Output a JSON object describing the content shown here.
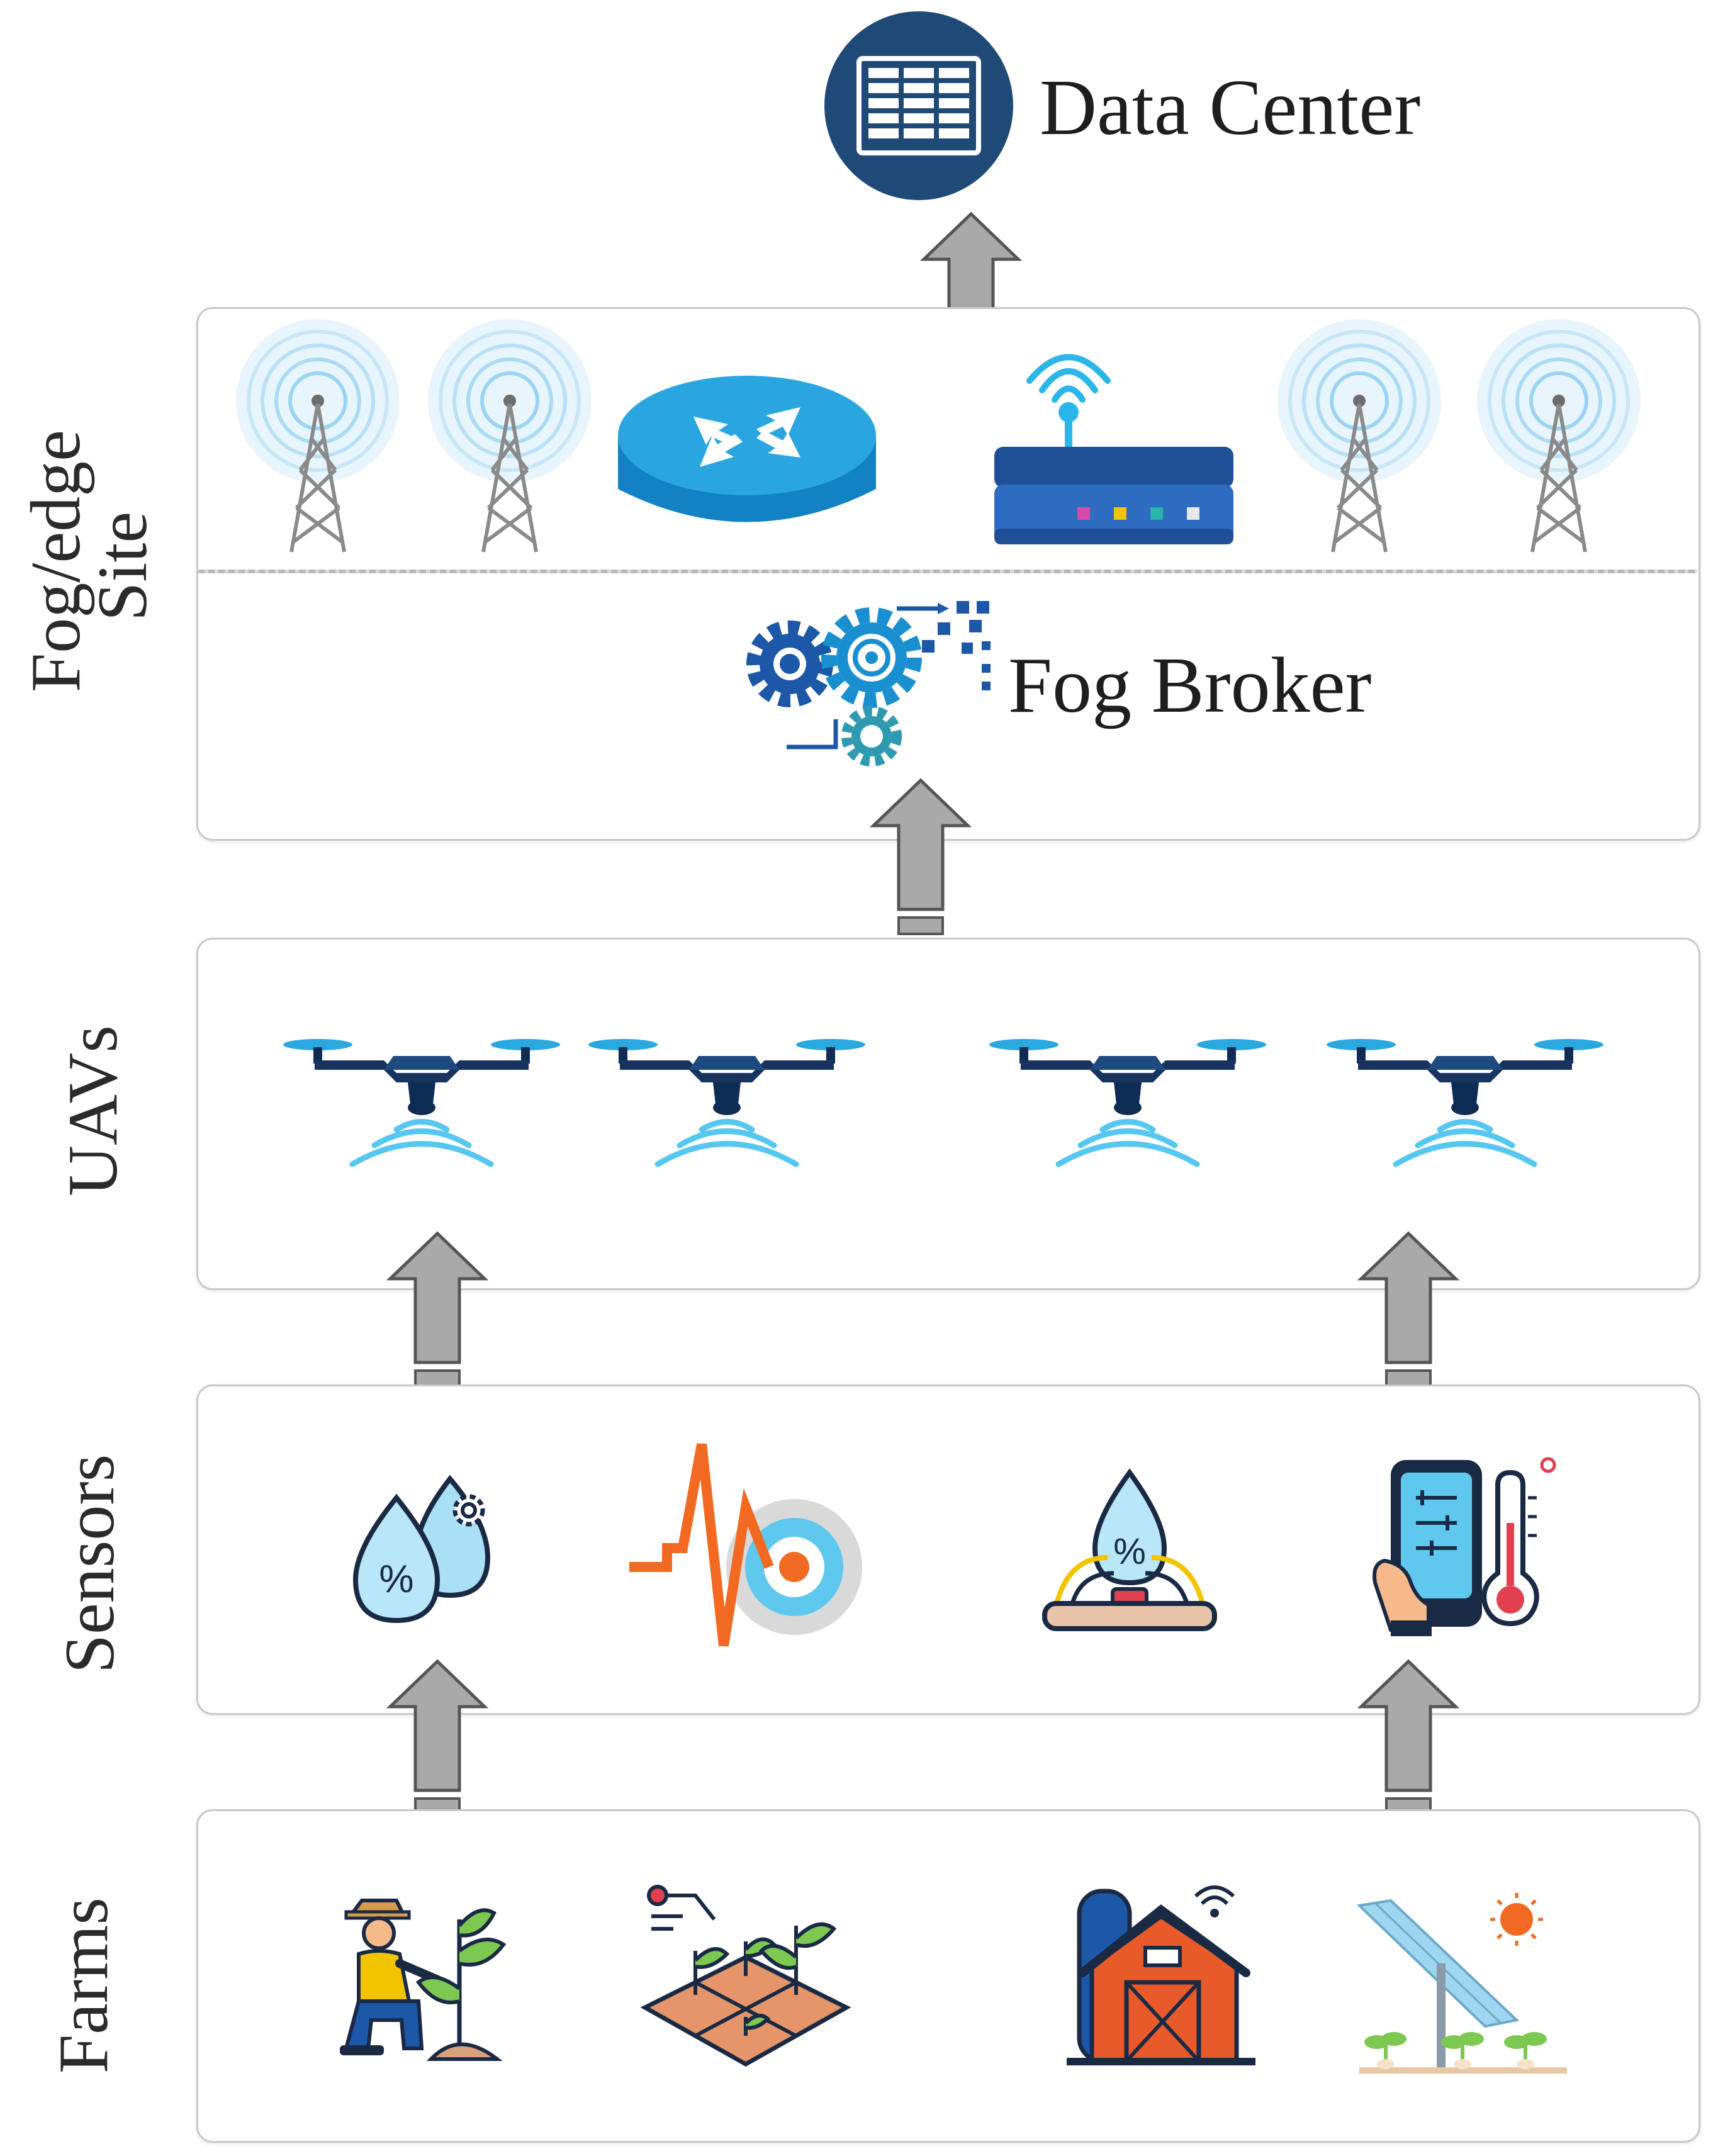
{
  "data_center": {
    "label": "Data Center",
    "icon": "server-rack-icon",
    "color": "#1f4a78"
  },
  "fog_site": {
    "label_line1": "Fog/edge",
    "label_line2": "Site",
    "icons": [
      "cell-tower-icon",
      "cell-tower-icon",
      "router-icon",
      "wifi-modem-icon",
      "cell-tower-icon",
      "cell-tower-icon"
    ],
    "broker": {
      "label": "Fog Broker",
      "icon": "gears-icon"
    }
  },
  "layers": {
    "uavs": {
      "label": "UAVs",
      "icon": "drone-icon",
      "count": 4
    },
    "sensors": {
      "label": "Sensors",
      "icons": [
        "humidity-sensor-icon",
        "vibration-sensor-icon",
        "soil-moisture-sensor-icon",
        "temperature-app-icon"
      ]
    },
    "farms": {
      "label": "Farms",
      "icons": [
        "farmer-icon",
        "smart-field-icon",
        "barn-icon",
        "solar-panel-crops-icon"
      ]
    }
  },
  "colors": {
    "arrow": "#a9a9a9",
    "arrow_stroke": "#555555",
    "accent_blue": "#1e88c8",
    "navy": "#14335c",
    "wave": "#56c7f0"
  }
}
